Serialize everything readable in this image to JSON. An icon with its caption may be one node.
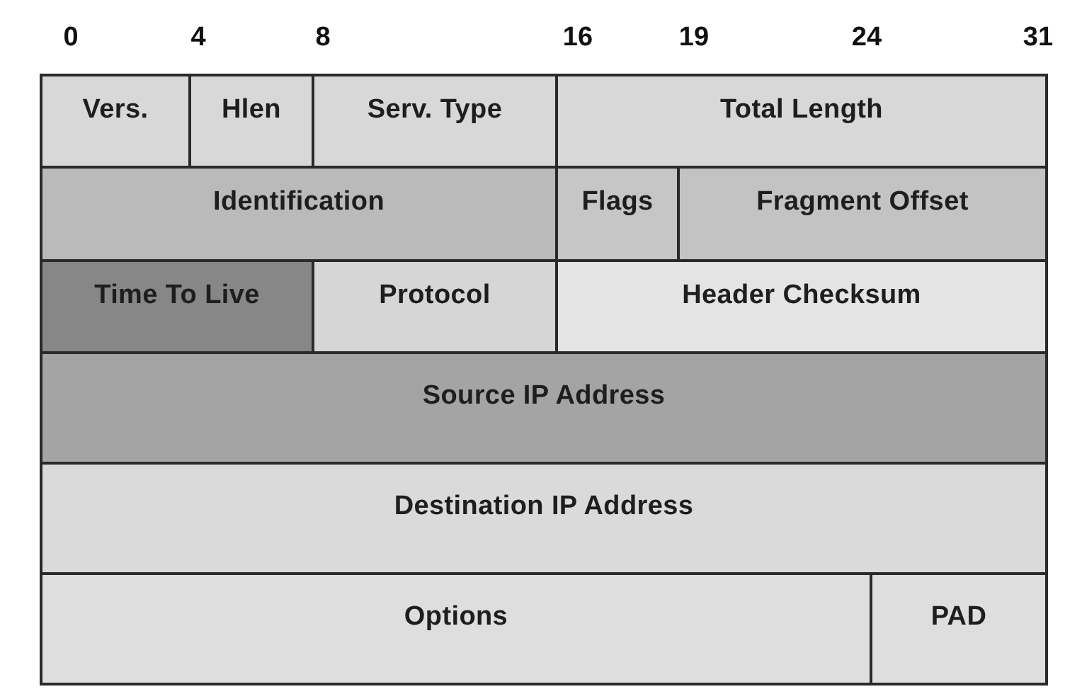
{
  "diagram": {
    "nodes": [
      {
        "text": [
          "Vers."
        ]
      },
      {
        "text": [
          "Hlen"
        ]
      },
      {
        "text": [
          "Serv. Type"
        ]
      },
      {
        "text": [
          "Total Length"
        ]
      },
      {
        "text": [
          "Identification"
        ]
      },
      {
        "text": [
          "Flags"
        ]
      },
      {
        "text": [
          "Fragment Offset"
        ]
      },
      {
        "text": [
          "Time To Live"
        ]
      },
      {
        "text": [
          "Protocol"
        ]
      },
      {
        "text": [
          "Header Checksum"
        ]
      },
      {
        "text": [
          "Source IP Address"
        ]
      },
      {
        "text": [
          "Destination IP Address"
        ]
      },
      {
        "text": [
          "Options"
        ]
      },
      {
        "text": [
          "PAD"
        ]
      }
    ],
    "labels": [
      "0",
      "4",
      "8",
      "16",
      "19",
      "24",
      "31"
    ]
  }
}
